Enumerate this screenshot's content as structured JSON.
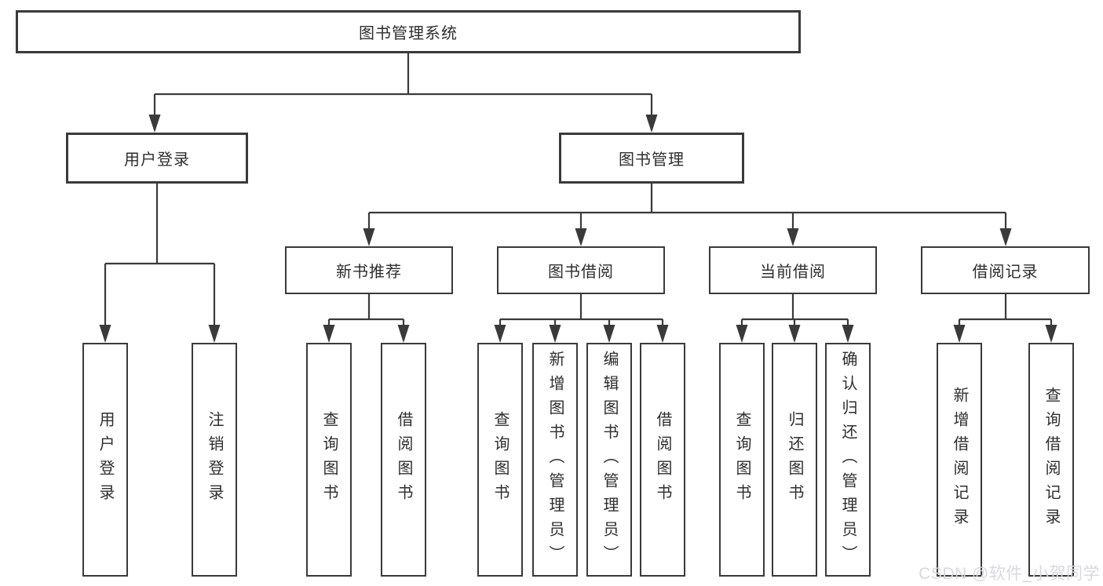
{
  "diagram_title": "图书管理系统",
  "colors": {
    "line": "#3a3a3a",
    "box_background": "#ffffff",
    "text": "#2e2e2e",
    "watermark": "#d6d6de"
  },
  "nodes": {
    "root": {
      "label": "图书管理系统"
    },
    "user_login": {
      "label": "用户登录"
    },
    "book_management": {
      "label": "图书管理"
    },
    "new_book_recommend": {
      "label": "新书推荐"
    },
    "book_borrowing": {
      "label": "图书借阅"
    },
    "current_borrowing": {
      "label": "当前借阅"
    },
    "borrowing_records": {
      "label": "借阅记录"
    },
    "leaf_user_login": {
      "label": "用户登录"
    },
    "leaf_logout_login": {
      "label": "注销登录"
    },
    "leaf_query_books_recommend": {
      "label": "查询图书"
    },
    "leaf_borrow_books_recommend": {
      "label": "借阅图书"
    },
    "leaf_query_books_borrowing": {
      "label": "查询图书"
    },
    "leaf_add_books_admin": {
      "label": "新增图书（管理员）"
    },
    "leaf_edit_books_admin": {
      "label": "编辑图书（管理员）"
    },
    "leaf_borrow_books_borrowing": {
      "label": "借阅图书"
    },
    "leaf_query_books_current": {
      "label": "查询图书"
    },
    "leaf_return_books": {
      "label": "归还图书"
    },
    "leaf_confirm_return_admin": {
      "label": "确认归还（管理员）"
    },
    "leaf_add_borrow_record": {
      "label": "新增借阅记录"
    },
    "leaf_query_borrow_record": {
      "label": "查询借阅记录"
    }
  },
  "watermark": {
    "text": "CSDN @软件_小贺同学"
  }
}
